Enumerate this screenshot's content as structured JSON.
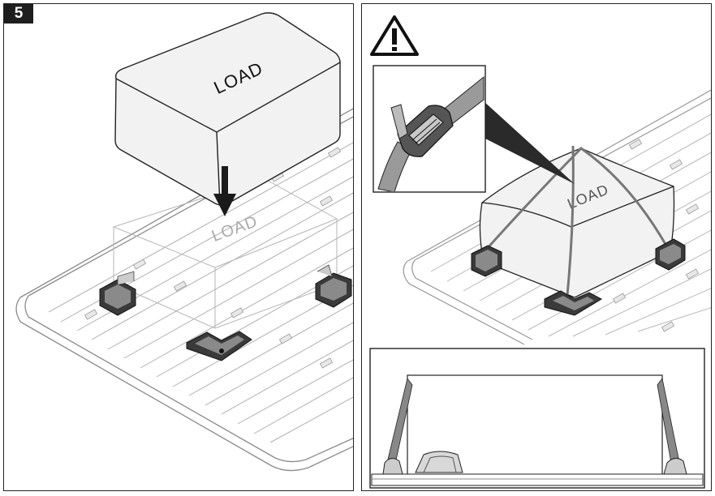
{
  "step": {
    "number": "5"
  },
  "load_box": {
    "label": "LOAD"
  },
  "ghost_box": {
    "label": "LOAD"
  },
  "strapped_box": {
    "label": "LOAD"
  },
  "warning": {
    "icon": "warning-triangle-icon",
    "glyph": "!"
  },
  "colors": {
    "line": "#222222",
    "rack": "#7a7a7a",
    "box_fill": "#f2f2f2",
    "strap": "#8c8c8c",
    "block": "#3a3a3a"
  }
}
